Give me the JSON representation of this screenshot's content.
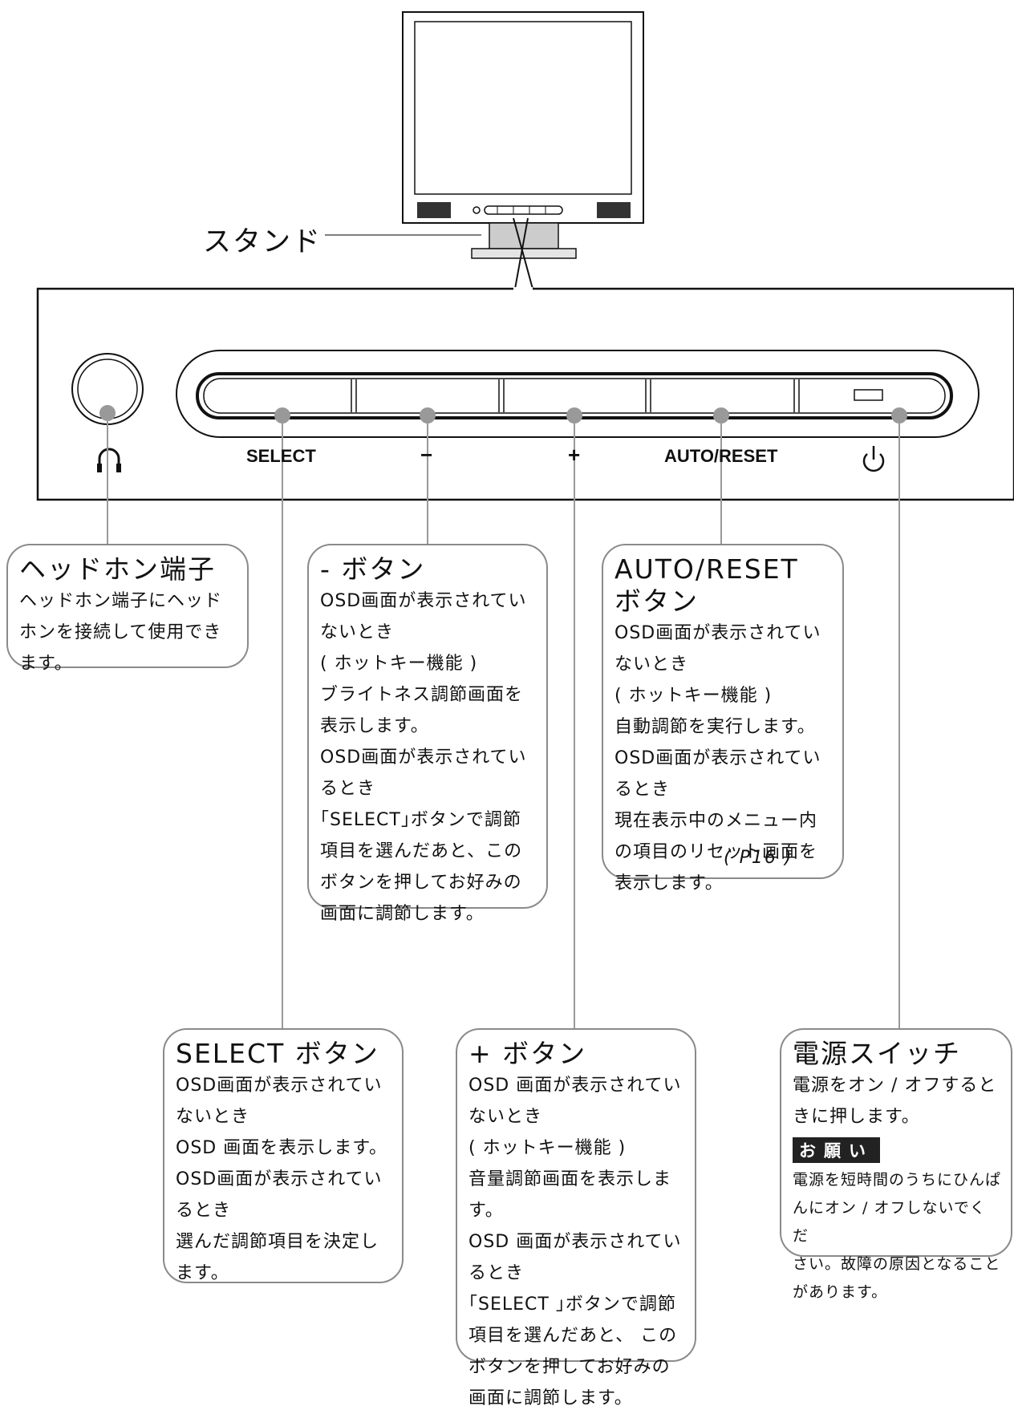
{
  "stand_label": "スタンド",
  "bezel_labels": {
    "select": "SELECT",
    "minus": "−",
    "plus": "+",
    "auto_reset": "AUTO/RESET"
  },
  "icons": {
    "headphone": "headphone-icon",
    "power": "power-icon"
  },
  "callouts": {
    "headphone": {
      "title": "ヘッドホン端子",
      "body": "ヘッドホン端子にヘッド\nホンを接続して使用でき\nます。"
    },
    "minus": {
      "title": "- ボタン",
      "body": "OSD画面が表示されてい\nないとき\n( ホットキー機能 )\nブライトネス調節画面を\n表示します。\nOSD画面が表示されてい\nるとき\n｢SELECT｣ボタンで調節\n項目を選んだあと、この\nボタンを押してお好みの\n画面に調節します。"
    },
    "auto_reset": {
      "title": "AUTO/RESET\nボタン",
      "body": "OSD画面が表示されてい\nないとき\n( ホットキー機能 )\n自動調節を実行します。\nOSD画面が表示されてい\nるとき\n現在表示中のメニュー内\nの項目のリセット画面を\n表示します。",
      "page_ref": "(   P16 )"
    },
    "select": {
      "title": "SELECT ボタン",
      "body": "OSD画面が表示されてい\nないとき\nOSD 画面を表示します。\nOSD画面が表示されてい\nるとき\n選んだ調節項目を決定し\nます。"
    },
    "plus": {
      "title": "+ ボタン",
      "body": "OSD 画面が表示されてい\nないとき\n( ホットキー機能 )\n音量調節画面を表示します。\nOSD 画面が表示されてい\nるとき\n｢SELECT ｣ボタンで調節\n項目を選んだあと、 この\nボタンを押してお好みの\n画面に調節します。"
    },
    "power": {
      "title": "電源スイッチ",
      "body": "電源をオン / オフすると\nきに押します。",
      "notice_label": "お願い",
      "notice_body": "電源を短時間のうちにひんぱ\nんにオン / オフしないでくだ\nさい。故障の原因となること\nがあります。"
    }
  }
}
